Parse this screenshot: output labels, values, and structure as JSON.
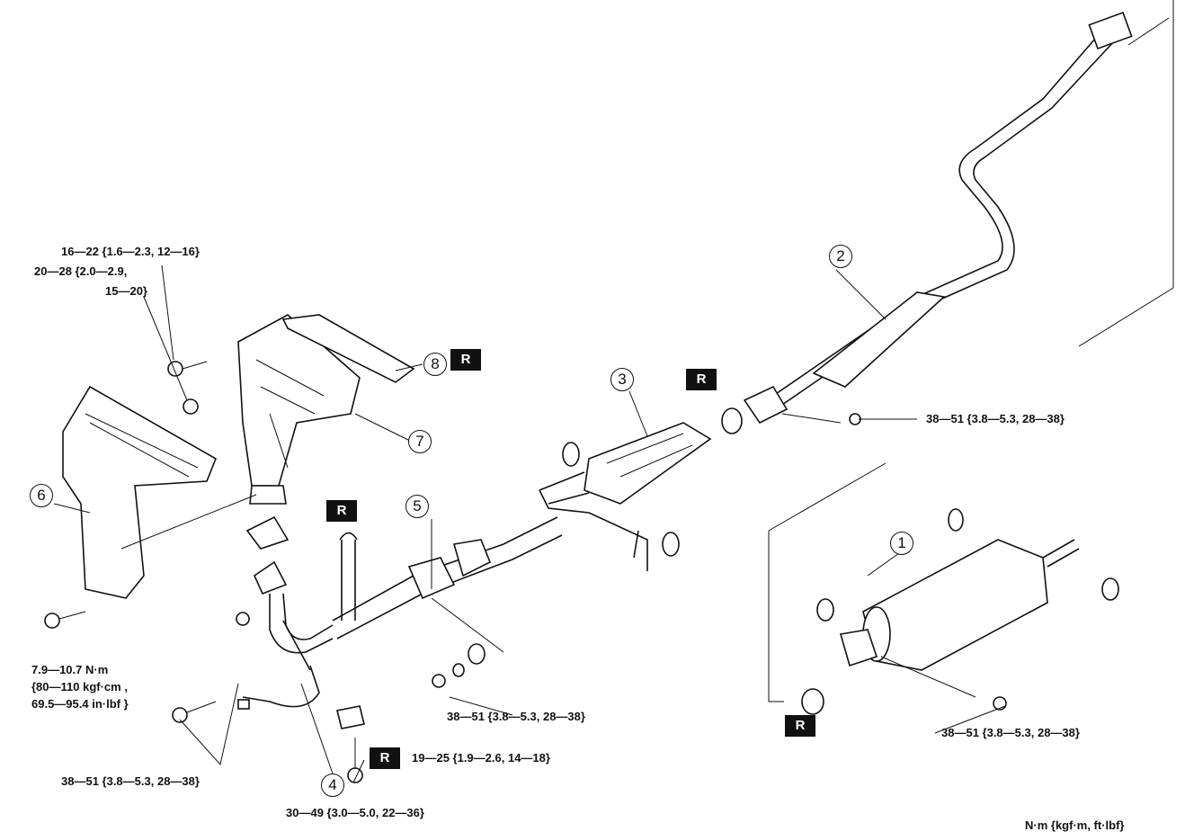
{
  "callouts": [
    "1",
    "2",
    "3",
    "4",
    "5",
    "6",
    "7",
    "8"
  ],
  "replace_mark": "R",
  "torques": {
    "manifold_stud": "16—22 {1.6—2.3, 12—16}",
    "manifold_nut_line1": "20—28 {2.0—2.9,",
    "manifold_nut_line2": "15—20}",
    "insulator_bolt_line1": "7.9—10.7 N·m",
    "insulator_bolt_line2": "{80—110 kgf·cm ,",
    "insulator_bolt_line3": "69.5—95.4 in·lbf }",
    "front_pipe_bolts": "38—51 {3.8—5.3, 28—38}",
    "oxygen_sensor": "30—49 {3.0—5.0, 22—36}",
    "bracket_nut": "19—25 {1.9—2.6, 14—18}",
    "front_pipe_joint": "38—51 {3.8—5.3, 28—38}",
    "middle_pipe_joint": "38—51 {3.8—5.3, 28—38}",
    "muffler_joint": "38—51 {3.8—5.3, 28—38}"
  },
  "units": "N·m {kgf·m, ft·lbf}"
}
